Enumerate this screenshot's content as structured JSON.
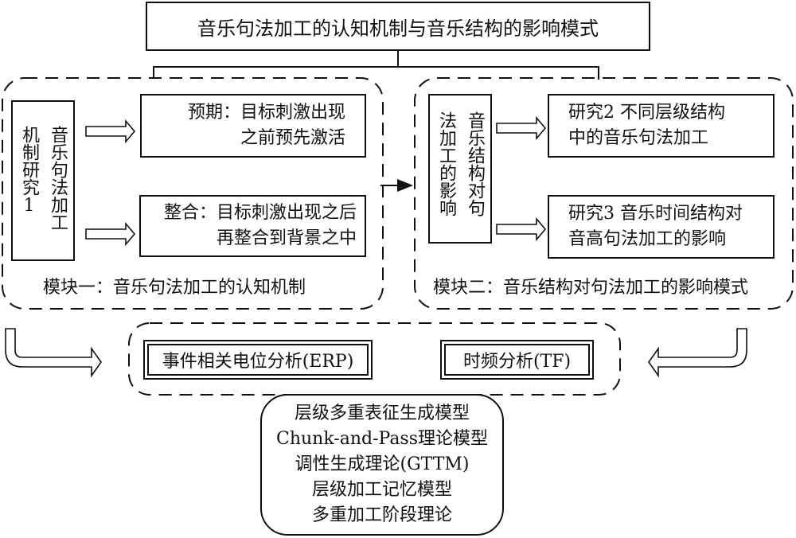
{
  "title": "音乐句法加工的认知机制与音乐结构的影响模式",
  "module1": {
    "label": "模块一：音乐句法加工的认知机制",
    "study_box": {
      "col1": "音乐句法加工",
      "col2": "机制研究1"
    },
    "items": [
      {
        "lines": [
          "预期：目标刺激出现",
          "之前预先激活"
        ]
      },
      {
        "lines": [
          "整合：目标刺激出现之后",
          "再整合到背景之中"
        ]
      }
    ]
  },
  "module2": {
    "label": "模块二：音乐结构对句法加工的影响模式",
    "study_box": {
      "col1": "音乐结构对句",
      "col2": "法加工的影响"
    },
    "items": [
      {
        "lines": [
          "研究2 不同层级结构",
          "中的音乐句法加工"
        ]
      },
      {
        "lines": [
          "研究3 音乐时间结构对",
          "音高句法加工的影响"
        ]
      }
    ]
  },
  "methods": [
    {
      "label": "事件相关电位分析(ERP)"
    },
    {
      "label": "时频分析(TF)"
    }
  ],
  "theories": [
    "层级多重表征生成模型",
    "Chunk-and-Pass理论模型",
    "调性生成理论(GTTM)",
    "层级加工记忆模型",
    "多重加工阶段理论"
  ],
  "colors": {
    "line": "#111111",
    "background": "#ffffff"
  }
}
